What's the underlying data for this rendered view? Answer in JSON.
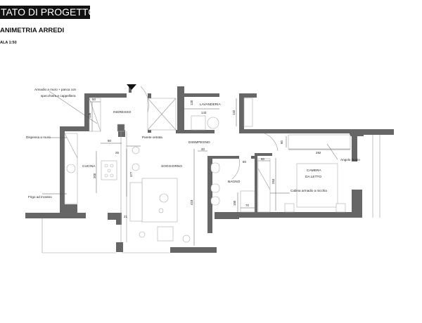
{
  "header": {
    "title": "TATO DI PROGETTO",
    "subtitle": "ANIMETRIA ARREDI",
    "scale": "ALA 1:50"
  },
  "rooms": {
    "ingresso": "INGRESSO",
    "cucina": "CUCINA",
    "soggiorno": "SOGGIORNO",
    "lavanderia": "LAVANDERIA",
    "disimpegno": "DISIMPEGNO",
    "bagno": "BAGNO",
    "camera_line1": "CAMERA",
    "camera_line2": "DA LETTO"
  },
  "annotations": {
    "armadio_line1": "Armadio a muro + panca con",
    "armadio_line2": "specchiera e cappelliera",
    "dispensa": "Dispensa a muro",
    "parete": "Parete vetrata",
    "frigo": "Frigo ad incasso",
    "angolo": "Angolo studio",
    "cabina": "Cabina armadio a nicchia"
  },
  "dimensions": {
    "armadio_width": "50",
    "armadio_length": "136",
    "cucina_90": "90",
    "cucina_25": "25",
    "cucina_200": "200",
    "soggiorno_377": "377",
    "soggiorno_21": "21",
    "soggiorno_418": "418",
    "lavanderia_143": "143",
    "lavanderia_132": "132",
    "lavanderia_120": "120",
    "disimpegno_40": "40",
    "disimpegno_60": "60",
    "bagno_70": "70",
    "bagno_150": "150",
    "cabina_60": "60",
    "cabina_253": "253",
    "studio_292": "292",
    "studio_60": "60"
  }
}
